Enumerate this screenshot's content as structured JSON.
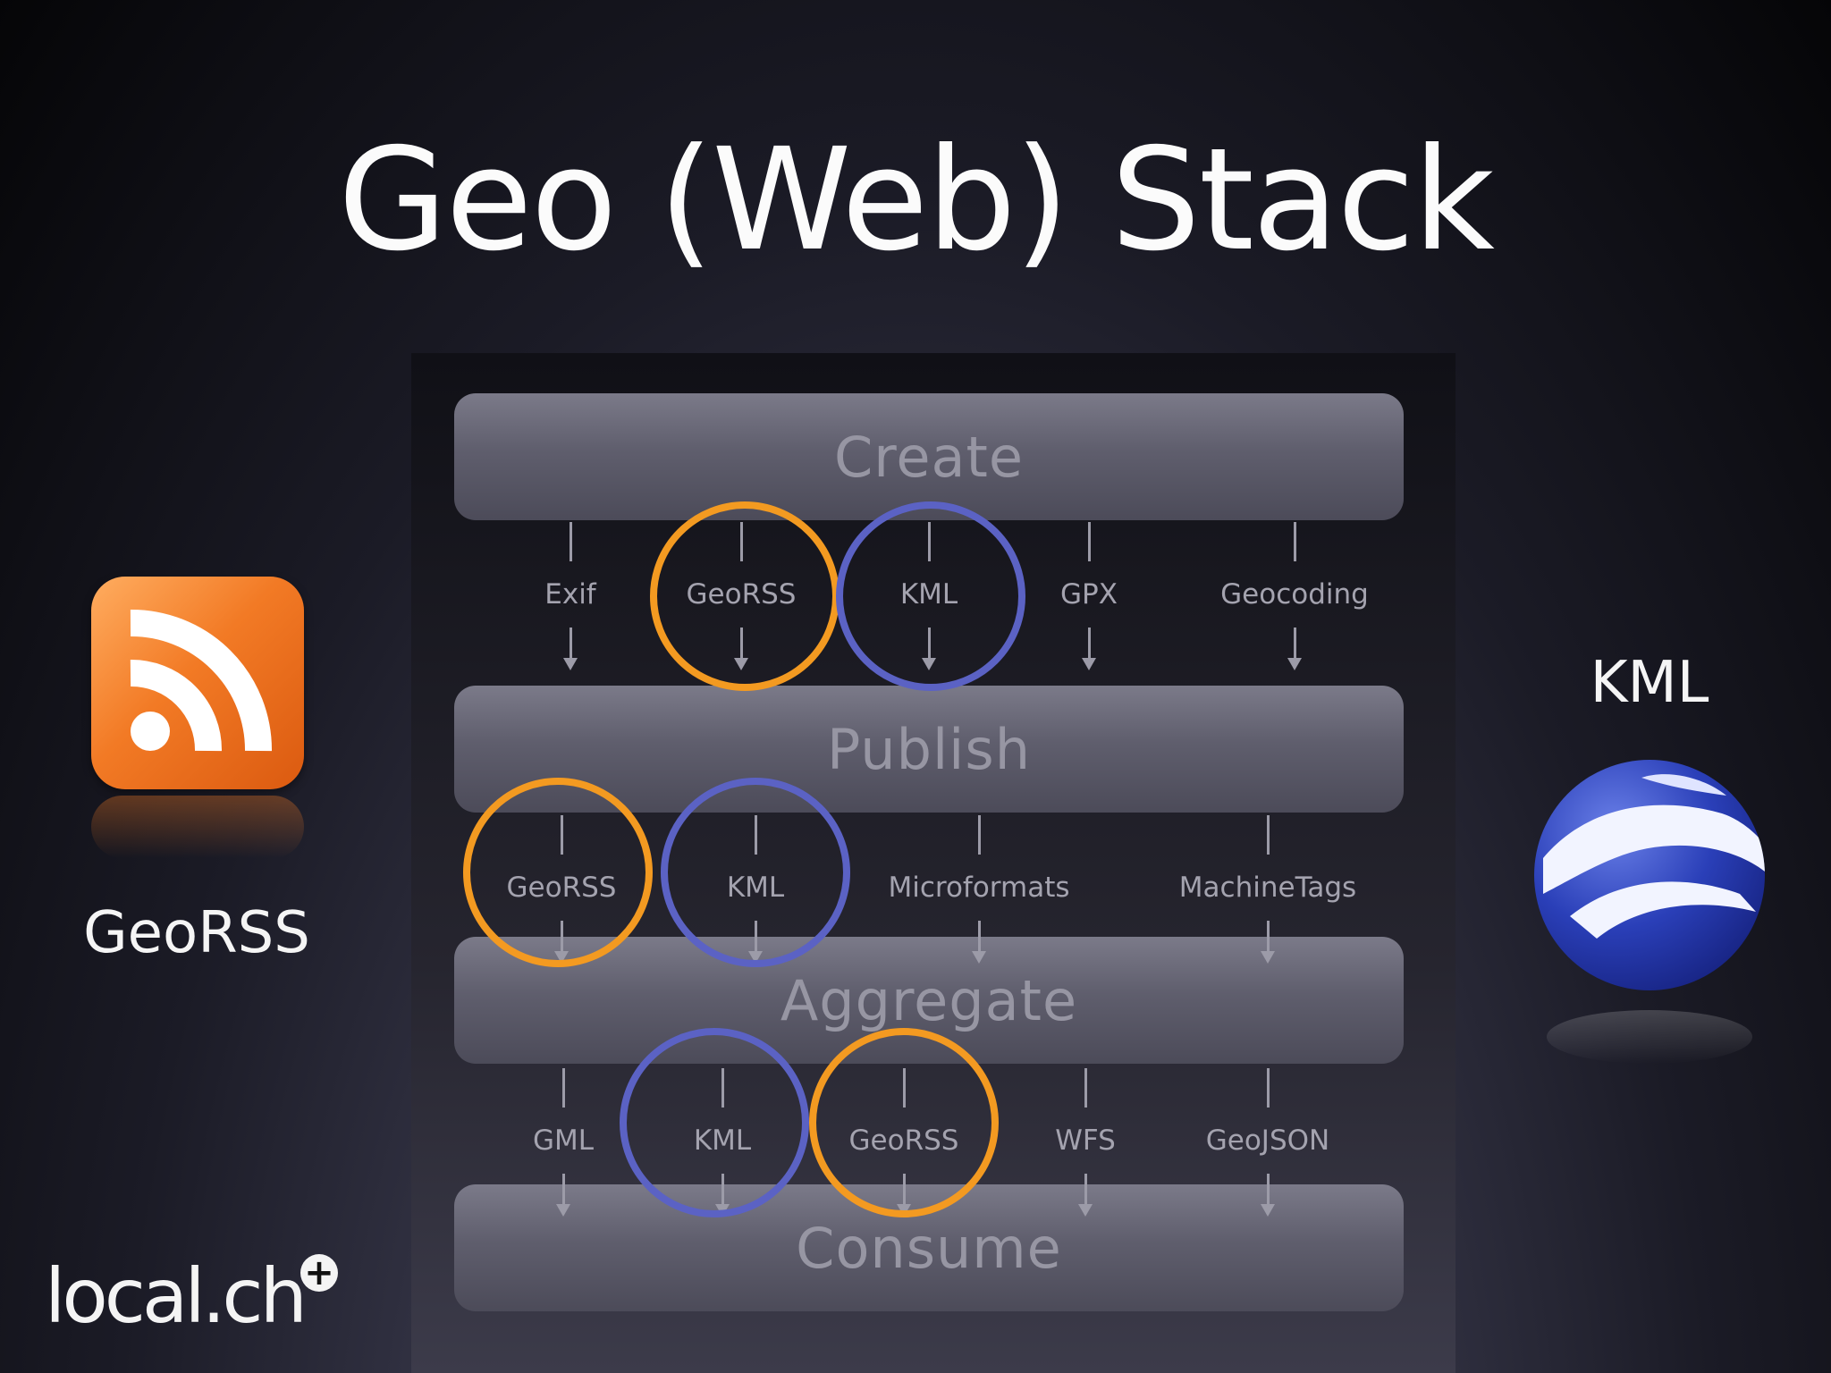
{
  "slide": {
    "title": "Geo (Web) Stack"
  },
  "stack": {
    "layers": [
      "Create",
      "Publish",
      "Aggregate",
      "Consume"
    ],
    "create_to_publish": [
      "Exif",
      "GeoRSS",
      "KML",
      "GPX",
      "Geocoding"
    ],
    "publish_to_aggregate": [
      "GeoRSS",
      "KML",
      "Microformats",
      "MachineTags"
    ],
    "aggregate_to_consume": [
      "GML",
      "KML",
      "GeoRSS",
      "WFS",
      "GeoJSON"
    ]
  },
  "highlights": {
    "orange_meaning": "GeoRSS",
    "blue_meaning": "KML",
    "colors": {
      "orange": "#f39a21",
      "blue": "#5b62c4"
    }
  },
  "left_logo": {
    "icon": "rss-feed-icon",
    "label": "GeoRSS"
  },
  "right_logo": {
    "icon": "google-earth-globe-icon",
    "label": "KML"
  },
  "brand": {
    "logo_text": "local.ch",
    "logo_badge": "+"
  }
}
